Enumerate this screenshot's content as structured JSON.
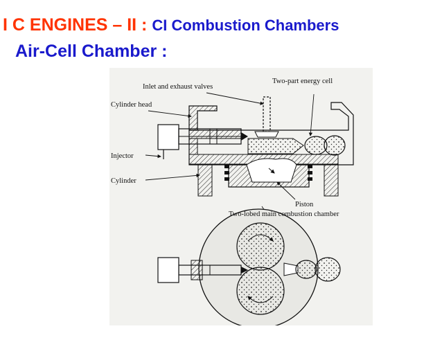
{
  "slide": {
    "title_main": "I C ENGINES – II : ",
    "title_sub": "CI Combustion Chambers",
    "subtitle": "Air-Cell Chamber :"
  },
  "figure": {
    "labels": {
      "inlet_exhaust_valves": "Inlet and exhaust valves",
      "energy_cell": "Two-part energy cell",
      "cylinder_head": "Cylinder head",
      "injector": "Injector",
      "cylinder": "Cylinder",
      "piston": "Piston",
      "main_chamber": "Two-lobed main combustion chamber"
    }
  },
  "colors": {
    "title_main": "#ff3300",
    "title_sub": "#1a1acc",
    "subtitle": "#1a1acc",
    "figure_bg": "#f2f2ef"
  }
}
